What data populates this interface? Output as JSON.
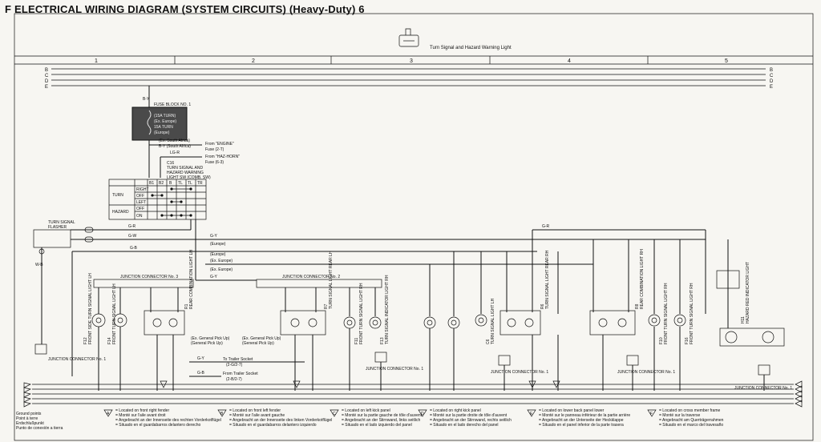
{
  "header": {
    "title": "F  ELECTRICAL WIRING DIAGRAM (SYSTEM CIRCUITS) (Heavy-Duty) 6",
    "system_name": "Turn Signal and Hazard Warning Light"
  },
  "columns": [
    "1",
    "2",
    "3",
    "4",
    "5"
  ],
  "bus_labels": [
    "B",
    "C",
    "D",
    "E"
  ],
  "fuse_block": {
    "label_1": "FUSE BLOCK NO. 1",
    "label_2": "(15A TURN)",
    "label_3": "(Ex. Europe)",
    "label_4": "15A TURN",
    "label_5": "(Europe)"
  },
  "fuse_notes": {
    "n1": "(Ex. South Africa)",
    "n2": "B-Y (South Africa)",
    "from_engine": "From \"ENGINE\"",
    "engine_fuse": "Fuse (2-T)",
    "from_horn": "From \"HAZ-HORN\"",
    "horn_fuse": "Fuse (6-3)"
  },
  "switch": {
    "code": "C16",
    "name_1": "TURN SIGNAL AND",
    "name_2": "HAZARD WARNING",
    "name_3": "LIGHT SW (COMB. SW)",
    "terminals": [
      "B1",
      "B2",
      "B",
      "TL",
      "TL",
      "TR"
    ],
    "group_turn": "TURN",
    "group_hazard": "HAZARD",
    "positions": [
      "RIGHT",
      "OFF",
      "LEFT",
      "OFF",
      "ON"
    ]
  },
  "flasher": {
    "label_1": "TURN SIGNAL",
    "label_2": "FLASHER"
  },
  "wires": {
    "gr": "G-R",
    "gw": "G-W",
    "gy": "G-Y",
    "gb": "G-B",
    "wb": "W-B",
    "lgr": "LG-R",
    "by": "B-Y"
  },
  "wire_notes": {
    "europe": "(Europe)",
    "ex_europe": "(Ex. Europe)",
    "europe2": "(Europe)",
    "ex_europe2": "(Ex. Europe)"
  },
  "junction_connectors": {
    "jc3": "JUNCTION CONNECTOR No. 3",
    "jc2": "JUNCTION CONNECTOR No. 2",
    "jc1_a": "JUNCTION CONNECTOR No. 1",
    "jc1_b": "JUNCTION CONNECTOR No. 1",
    "jc1_c": "JUNCTION CONNECTOR No. 1",
    "jc1_d": "JUNCTION CONNECTOR No. 1",
    "jc1_e": "JUNCTION CONNECTOR No. 1"
  },
  "lights": [
    {
      "code": "F12",
      "name": "FRONT SIDE TURN SIGNAL LIGHT LH"
    },
    {
      "code": "F14",
      "name": "FRONT TURN SIGNAL LIGHT LH"
    },
    {
      "code": "R1",
      "name": "REAR COMBINATION LIGHT LH"
    },
    {
      "code": "R7",
      "name": "TURN SIGNAL LIGHT REAR LH"
    },
    {
      "code": "F11",
      "name": "FRONT TURN SIGNAL LIGHT RH"
    },
    {
      "code": "F13",
      "name": "TURN SIGNAL INDICATOR LIGHT RH"
    },
    {
      "code": "C6",
      "name": "TURN SIGNAL LIGHT LH"
    },
    {
      "code": "R6",
      "name": "TURN SIGNAL LIGHT REAR RH"
    },
    {
      "code": "R8",
      "name": "REAR COMBINATION LIGHT RH"
    },
    {
      "code": "F10",
      "name": "FRONT TURN SIGNAL LIGHT RH"
    },
    {
      "code": "F16",
      "name": "FRONT TURN SIGNAL LIGHT RH"
    },
    {
      "code": "H11",
      "name": "HAZARD RED INDICATOR LIGHT"
    }
  ],
  "pickup_notes": {
    "a1": "(Ex. General Pick Up)",
    "a2": "(General Pick Up)",
    "b1": "(Ex. General Pick Up)",
    "b2": "(General Pick Up)"
  },
  "trailer": {
    "to_socket": "To Trailer Socket",
    "to_ref": "(2-G/2-7)",
    "from_socket": "From Trailer Socket",
    "from_ref": "(2-B/2-7)"
  },
  "ground_labels": {
    "g1": "Ground points",
    "g2": "Point à terre",
    "g3": "Erdschlußpunkt",
    "g4": "Punto de conexión a tierra"
  },
  "legend": [
    {
      "sym": "A",
      "l1": "= Located on front right fender",
      "l2": "= Monté sur l'aile avant droit",
      "l3": "= Angebracht an der Innenseite des rechten Vorderkotflügel",
      "l4": "= Situado en el guardabarros delantero derecho"
    },
    {
      "sym": "B",
      "l1": "= Located on front left fender",
      "l2": "= Monté sur l'aile avant gauche",
      "l3": "= Angebracht an der Innenseite des linken Vorderkotflügel",
      "l4": "= Situado en el guardabarros delantero izquierdo"
    },
    {
      "sym": "C",
      "l1": "= Located on left kick panel",
      "l2": "= Monté sur la partie gauche de tôle d'auvent",
      "l3": "= Angebracht an der Stirnwand, links seitlich",
      "l4": "= Situado en el lado izquierdo del panel"
    },
    {
      "sym": "D",
      "l1": "= Located on right kick panel",
      "l2": "= Monté sur la partie droite de tôle d'auvent",
      "l3": "= Angebracht an der Stirnwand, rechts seitlich",
      "l4": "= Situado en el lado derecho del panel"
    },
    {
      "sym": "E",
      "l1": "= Located on lower back panel lower",
      "l2": "= Monté sur le panneau inférieur de la partie arrière",
      "l3": "= Angebracht an der Unterseite der Heckklappe",
      "l4": "= Situado en el panel inferior de la parte trasera"
    },
    {
      "sym": "F",
      "l1": "= Located on cross member frame",
      "l2": "= Monté sur la traverse",
      "l3": "= Angebracht am Querträgerrahmen",
      "l4": "= Situado en el marco del travesaño"
    }
  ]
}
